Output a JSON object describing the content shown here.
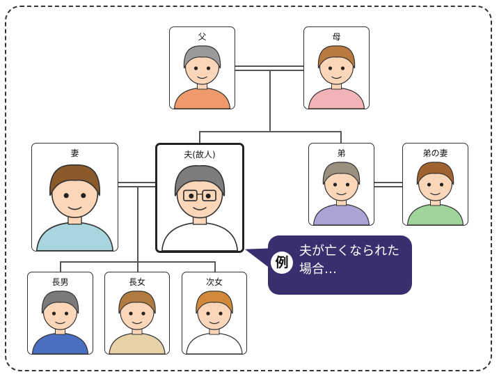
{
  "members": [
    {
      "id": "father",
      "label": "父",
      "hair": "#9a9a9a",
      "skin": "#fbd6b8",
      "shirt": "#ef9a6a"
    },
    {
      "id": "mother",
      "label": "母",
      "hair": "#b87a3e",
      "skin": "#fbd6b8",
      "shirt": "#f2b3b6"
    },
    {
      "id": "wife",
      "label": "妻",
      "hair": "#8a5a2b",
      "skin": "#fbd6b8",
      "shirt": "#a9d6de"
    },
    {
      "id": "husband",
      "label": "夫(故人)",
      "hair": "#7d7d7d",
      "skin": "#fbd6b8",
      "shirt": "#ffffff",
      "glasses": true
    },
    {
      "id": "younger-brother",
      "label": "弟",
      "hair": "#9b9080",
      "skin": "#fbd6b8",
      "shirt": "#a9a3d6"
    },
    {
      "id": "brothers-wife",
      "label": "弟の妻",
      "hair": "#a0622e",
      "skin": "#fbd6b8",
      "shirt": "#9fd49a"
    },
    {
      "id": "eldest-son",
      "label": "長男",
      "hair": "#7a7a7a",
      "skin": "#fbd6b8",
      "shirt": "#4a6ec0"
    },
    {
      "id": "eldest-daughter",
      "label": "長女",
      "hair": "#b07a40",
      "skin": "#fbd6b8",
      "shirt": "#e7d2a8"
    },
    {
      "id": "second-daughter",
      "label": "次女",
      "hair": "#d08a3a",
      "skin": "#fbd6b8",
      "shirt": "#ffffff"
    }
  ],
  "callout": {
    "badge": "例",
    "text": "夫が亡くなられた\n場合…"
  },
  "colors": {
    "callout_bg": "#3a2f6e",
    "line": "#555555"
  }
}
